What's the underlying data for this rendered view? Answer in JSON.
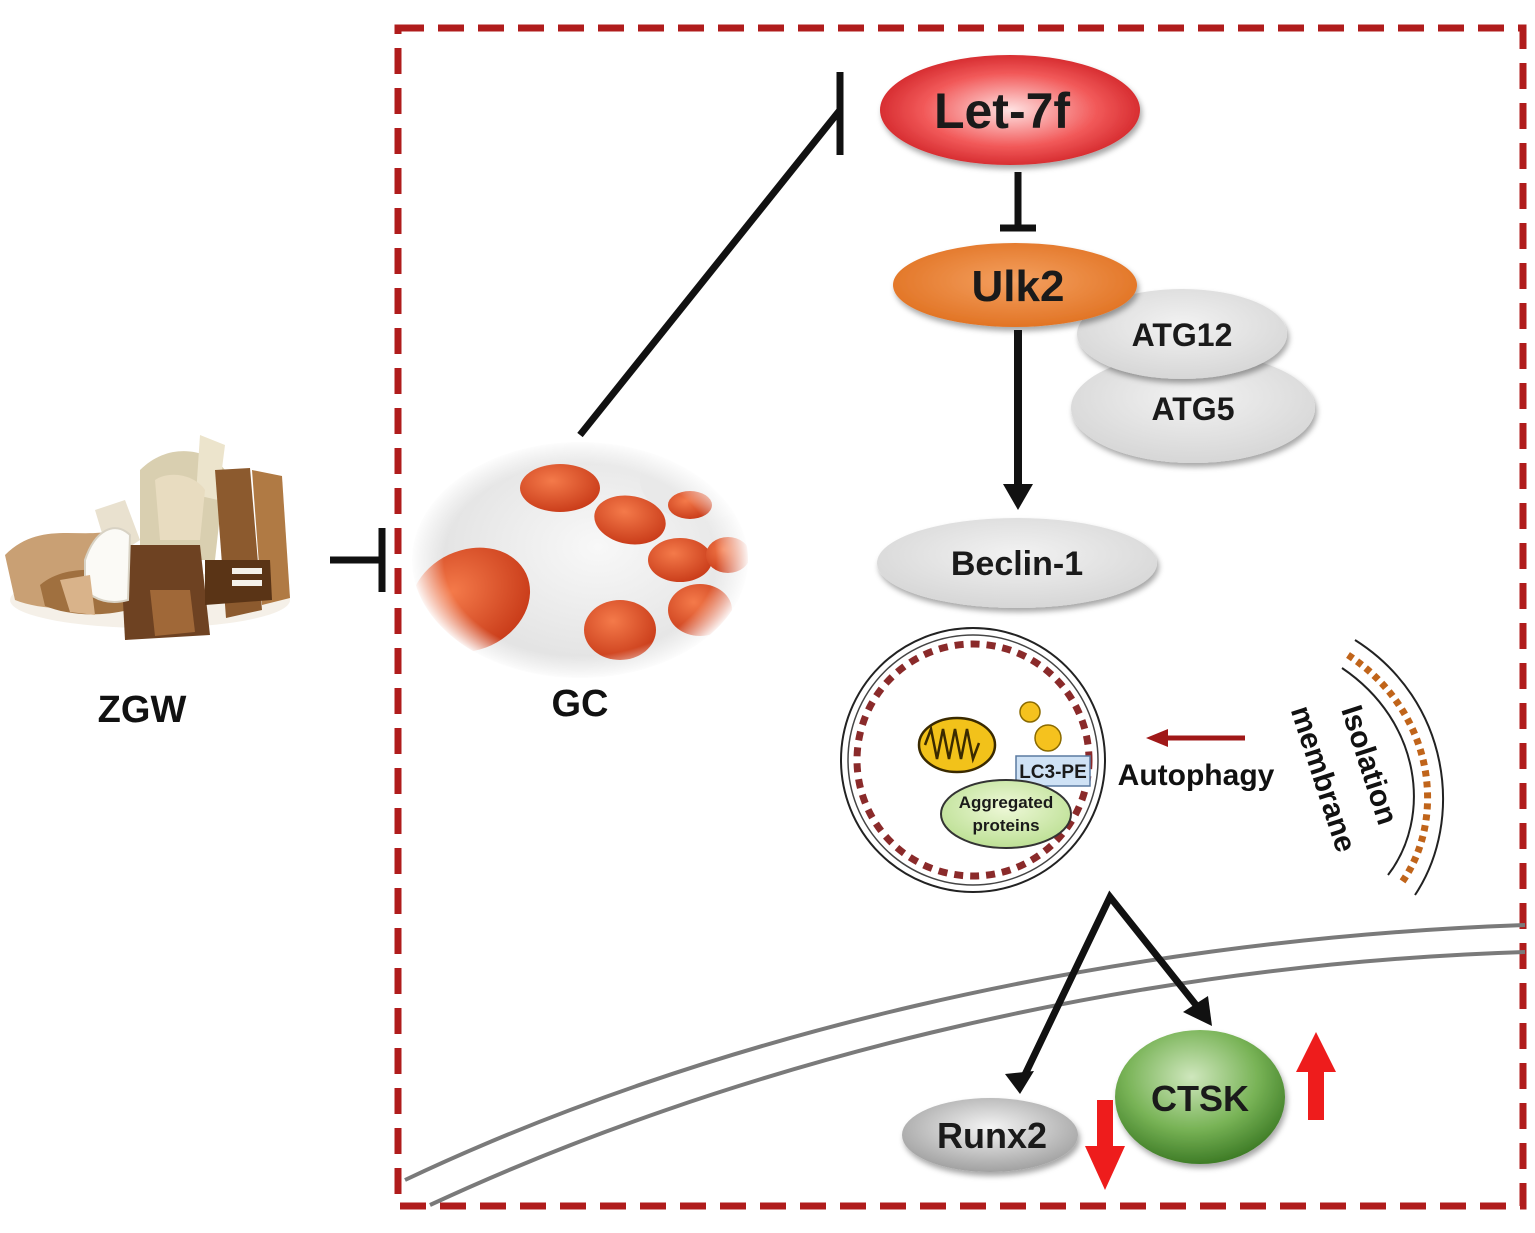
{
  "nodes": {
    "let7f": "Let-7f",
    "ulk2": "Ulk2",
    "atg12": "ATG12",
    "atg5": "ATG5",
    "beclin1": "Beclin-1",
    "runx2": "Runx2",
    "ctsk": "CTSK"
  },
  "labels": {
    "zgw": "ZGW",
    "gc": "GC",
    "autophagy": "Autophagy",
    "isolation": "Isolation",
    "membrane": "membrane",
    "lc3pe": "LC3-PE",
    "aggregated": "Aggregated",
    "proteins": "proteins"
  },
  "colors": {
    "frame": "#b01c1c",
    "let7f": "#e8232a",
    "ulk2": "#e87a2e",
    "grey_node": "#e4e4e4",
    "ctsk": "#5a9c3c",
    "up_down_arrows": "#ee1c1c",
    "autophagy_arrow": "#a01818"
  }
}
